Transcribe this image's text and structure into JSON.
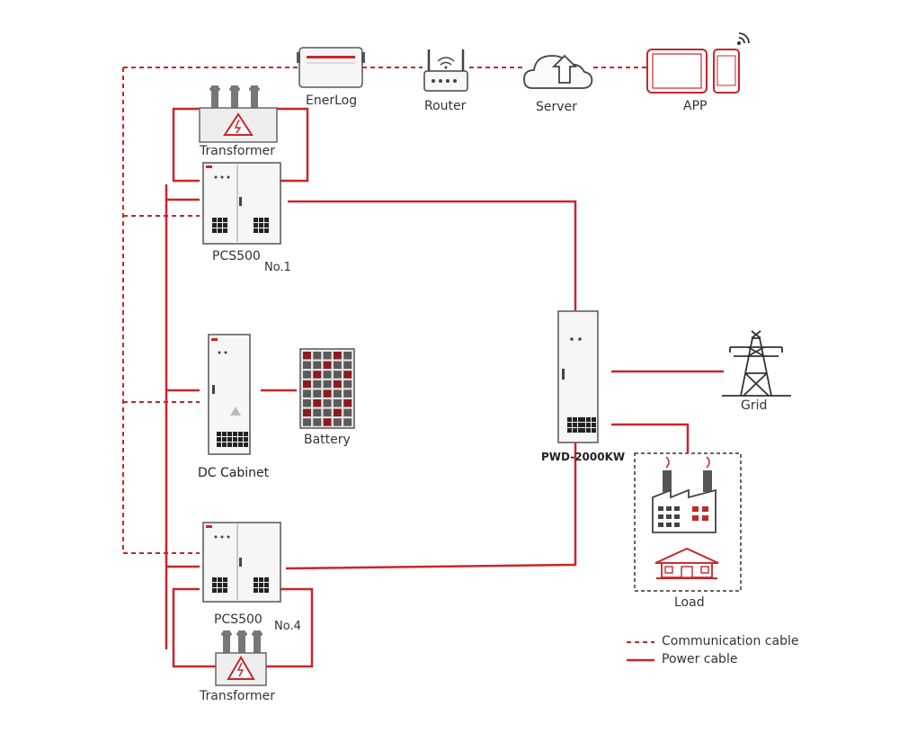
{
  "labels": {
    "enerlog": "EnerLog",
    "router": "Router",
    "server": "Server",
    "app": "APP",
    "transformer_top": "Transformer",
    "pcs_top": "PCS500",
    "pcs_top_no": "No.1",
    "dc_cabinet": "DC Cabinet",
    "battery": "Battery",
    "pcs_bottom": "PCS500",
    "pcs_bottom_no": "No.4",
    "transformer_bottom": "Transformer",
    "pwd": "PWD-2000KW",
    "grid": "Grid",
    "load": "Load"
  },
  "legend": {
    "communication": "Communication cable",
    "power": "Power cable"
  },
  "colors": {
    "cable": "#c8262c",
    "device_stroke": "#555555",
    "device_fill": "#f4f4f4"
  }
}
